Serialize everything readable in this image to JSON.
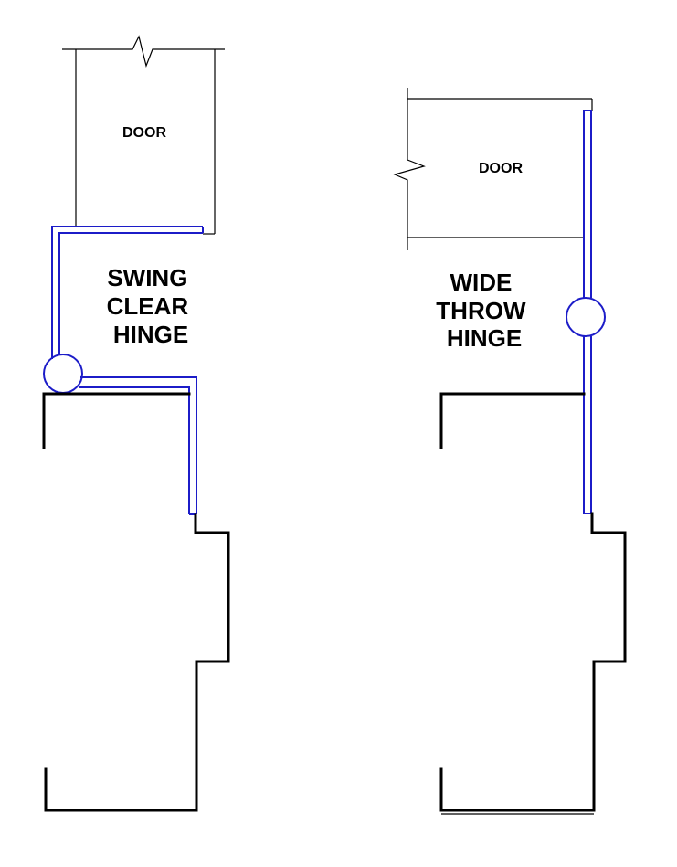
{
  "left_diagram": {
    "door_label": "DOOR",
    "hinge_label_lines": [
      "SWING",
      "CLEAR",
      "HINGE"
    ]
  },
  "right_diagram": {
    "door_label": "DOOR",
    "hinge_label_lines": [
      "WIDE",
      "THROW",
      "HINGE"
    ]
  },
  "colors": {
    "hinge_line": "#1c1cc8",
    "frame_line": "#000000",
    "background": "#ffffff"
  }
}
